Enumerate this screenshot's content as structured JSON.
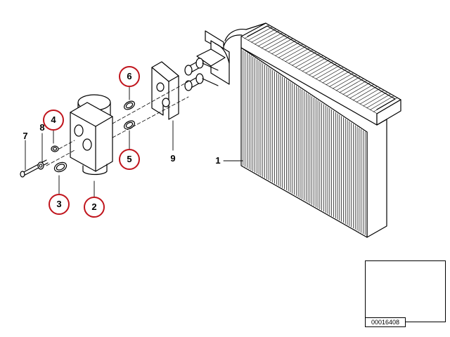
{
  "diagram": {
    "callouts": [
      {
        "id": "1",
        "label": "1",
        "circled": false
      },
      {
        "id": "2",
        "label": "2",
        "circled": true
      },
      {
        "id": "3",
        "label": "3",
        "circled": true
      },
      {
        "id": "4",
        "label": "4",
        "circled": true
      },
      {
        "id": "5",
        "label": "5",
        "circled": true
      },
      {
        "id": "6",
        "label": "6",
        "circled": true
      },
      {
        "id": "7",
        "label": "7",
        "circled": false
      },
      {
        "id": "8",
        "label": "8",
        "circled": false
      },
      {
        "id": "9",
        "label": "9",
        "circled": false
      }
    ],
    "thumbnail": {
      "code": "00016408"
    },
    "colors": {
      "line": "#000000",
      "highlight_circle": "#c0141c",
      "background": "#ffffff"
    }
  }
}
